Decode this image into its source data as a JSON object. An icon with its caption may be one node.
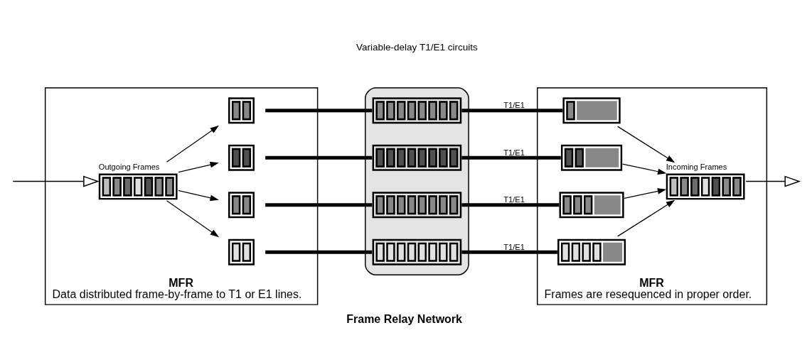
{
  "diagram": {
    "caption": "Frame Relay Network",
    "nodes": [
      {
        "text": [
          "MFR",
          "Data distributed frame-by-frame to T1 or E1 lines."
        ]
      },
      {
        "text": [
          "Outgoing Frames"
        ],
        "in": 0
      },
      {
        "text": [],
        "shape": "bar",
        "in": 0
      },
      {
        "text": [],
        "shape": "bar",
        "in": 0
      },
      {
        "text": [],
        "shape": "bar",
        "in": 0
      },
      {
        "text": [],
        "shape": "bar",
        "in": 0
      },
      {
        "text": [],
        "shape": "cloud"
      },
      {
        "text": [],
        "shape": "bar",
        "in": 6
      },
      {
        "text": [],
        "shape": "bar",
        "in": 6
      },
      {
        "text": [],
        "shape": "bar",
        "in": 6
      },
      {
        "text": [],
        "shape": "bar",
        "in": 6
      },
      {
        "text": [
          "MFR",
          "Frames are resequenced in proper order."
        ]
      },
      {
        "text": [],
        "shape": "bar",
        "in": 11
      },
      {
        "text": [],
        "shape": "bar",
        "in": 11
      },
      {
        "text": [],
        "shape": "bar",
        "in": 11
      },
      {
        "text": [],
        "shape": "bar",
        "in": 11
      },
      {
        "text": [
          "Incoming Frames"
        ],
        "in": 11
      }
    ],
    "edges": [
      {
        "from": null,
        "to": 1,
        "arrow": "to"
      },
      {
        "from": 1,
        "to": 2,
        "arrow": "to"
      },
      {
        "from": 1,
        "to": 3,
        "arrow": "to"
      },
      {
        "from": 1,
        "to": 4,
        "arrow": "to"
      },
      {
        "from": 1,
        "to": 5,
        "arrow": "to"
      },
      {
        "from": 2,
        "to": 7,
        "arrow": "none",
        "style": "thick"
      },
      {
        "from": 7,
        "to": 12,
        "arrow": "none",
        "label": "T1/E1",
        "style": "thick"
      },
      {
        "from": 3,
        "to": 8,
        "arrow": "none",
        "style": "thick"
      },
      {
        "from": 8,
        "to": 13,
        "arrow": "none",
        "label": "T1/E1",
        "style": "thick"
      },
      {
        "from": 4,
        "to": 9,
        "arrow": "none",
        "style": "thick"
      },
      {
        "from": 9,
        "to": 14,
        "arrow": "none",
        "label": "T1/E1",
        "style": "thick"
      },
      {
        "from": 5,
        "to": 10,
        "arrow": "none",
        "style": "thick"
      },
      {
        "from": 10,
        "to": 15,
        "arrow": "none",
        "label": "T1/E1",
        "style": "thick"
      },
      {
        "from": 12,
        "to": 16,
        "arrow": "to"
      },
      {
        "from": 13,
        "to": 16,
        "arrow": "to"
      },
      {
        "from": 14,
        "to": 16,
        "arrow": "to"
      },
      {
        "from": 15,
        "to": 16,
        "arrow": "to"
      },
      {
        "from": 16,
        "to": null,
        "arrow": "to"
      }
    ],
    "labels": [
      "Variable-delay T1/E1 circuits"
    ]
  }
}
